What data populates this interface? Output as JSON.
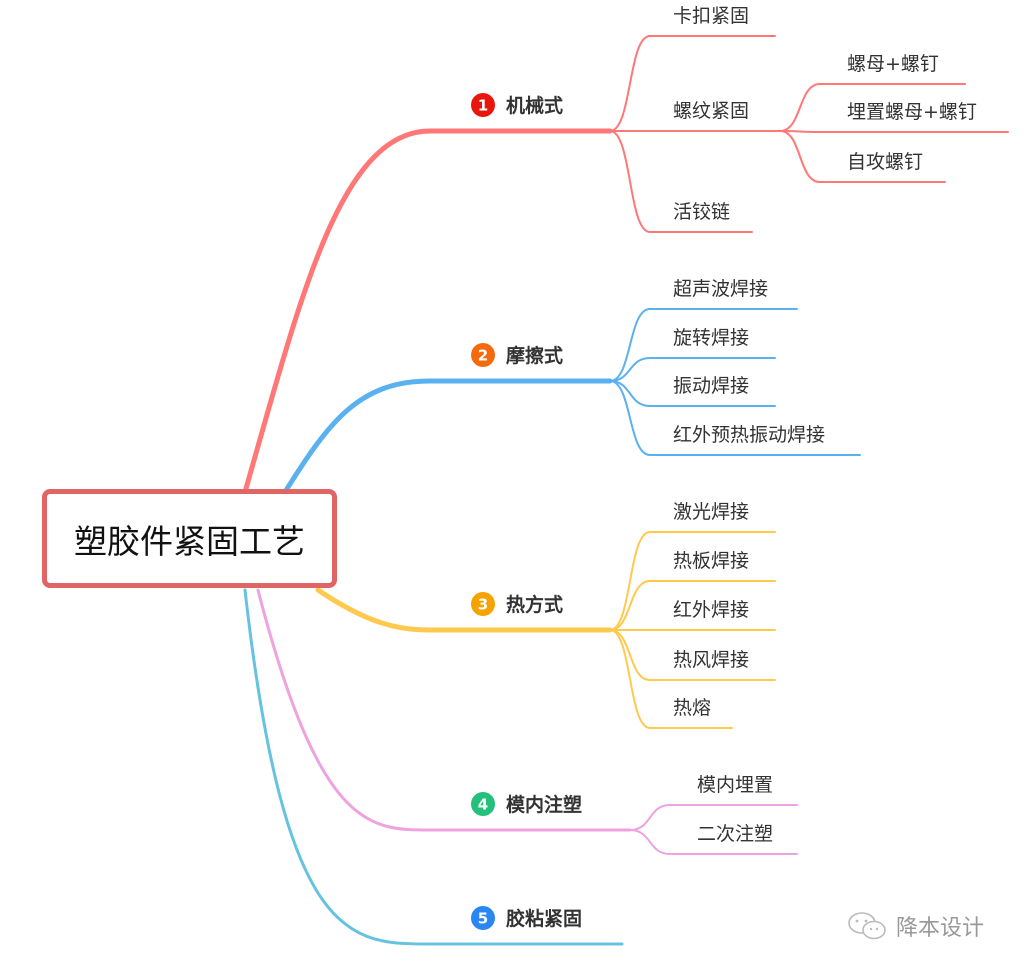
{
  "root": {
    "label": "塑胶件紧固工艺",
    "color": "#e06666"
  },
  "branches": [
    {
      "num": "1",
      "label": "机械式",
      "color": "#ff7777",
      "badge_color": "#e8160c",
      "children": [
        {
          "label": "卡扣紧固"
        },
        {
          "label": "螺纹紧固",
          "children": [
            {
              "label": "螺母+螺钉"
            },
            {
              "label": "埋置螺母+螺钉"
            },
            {
              "label": "自攻螺钉"
            }
          ]
        },
        {
          "label": "活铰链"
        }
      ]
    },
    {
      "num": "2",
      "label": "摩擦式",
      "color": "#5ab1ef",
      "badge_color": "#f46a0c",
      "children": [
        {
          "label": "超声波焊接"
        },
        {
          "label": "旋转焊接"
        },
        {
          "label": "振动焊接"
        },
        {
          "label": "红外预热振动焊接"
        }
      ]
    },
    {
      "num": "3",
      "label": "热方式",
      "color": "#ffc94d",
      "badge_color": "#f5a300",
      "children": [
        {
          "label": "激光焊接"
        },
        {
          "label": "热板焊接"
        },
        {
          "label": "红外焊接"
        },
        {
          "label": "热风焊接"
        },
        {
          "label": "热熔"
        }
      ]
    },
    {
      "num": "4",
      "label": "模内注塑",
      "color": "#eea2e0",
      "badge_color": "#22c07a",
      "children": [
        {
          "label": "模内埋置"
        },
        {
          "label": "二次注塑"
        }
      ]
    },
    {
      "num": "5",
      "label": "胶粘紧固",
      "color": "#66c3e0",
      "badge_color": "#2a86f0",
      "children": []
    }
  ],
  "watermark": {
    "label": "降本设计",
    "icon": "wechat-icon"
  }
}
